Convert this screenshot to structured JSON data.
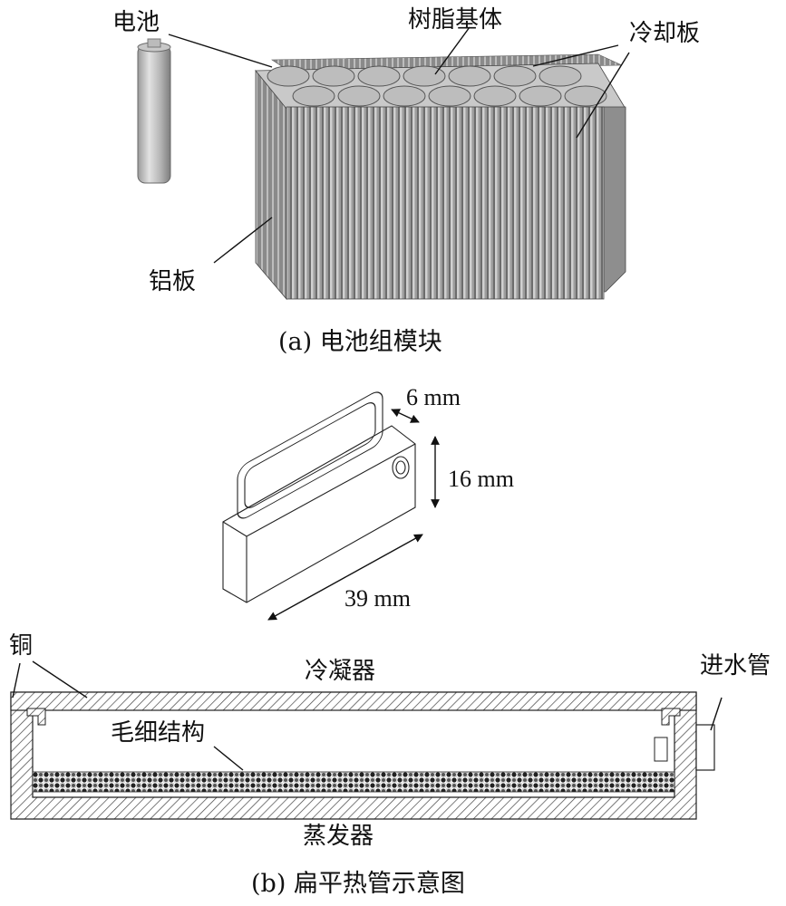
{
  "part_a": {
    "labels": {
      "battery": "电池",
      "resin_matrix": "树脂基体",
      "cooling_plate": "冷却板",
      "aluminum_plate": "铝板"
    },
    "caption": "(a) 电池组模块"
  },
  "part_b": {
    "dimensions": {
      "thickness": "6 mm",
      "height": "16 mm",
      "length": "39 mm"
    },
    "labels": {
      "copper": "铜",
      "condenser": "冷凝器",
      "water_inlet_pipe": "进水管",
      "capillary_structure": "毛细结构",
      "evaporator": "蒸发器"
    },
    "caption": "(b) 扁平热管示意图"
  }
}
